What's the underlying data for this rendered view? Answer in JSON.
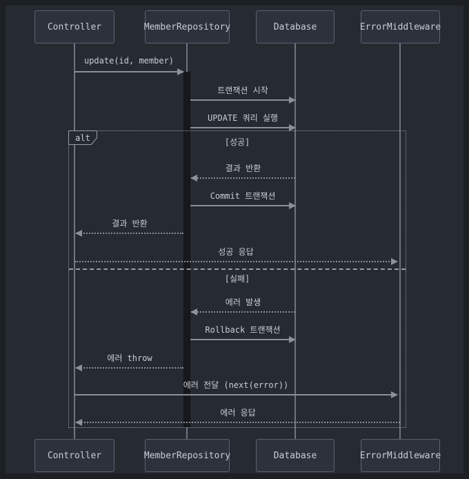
{
  "diagram": {
    "kind": "sequence-diagram",
    "actors": [
      "Controller",
      "MemberRepository",
      "Database",
      "ErrorMiddleware"
    ],
    "messages": [
      {
        "from": "Controller",
        "to": "MemberRepository",
        "label": "update(id, member)",
        "line": "solid",
        "direction": "right"
      },
      {
        "from": "MemberRepository",
        "to": "Database",
        "label": "트랜잭션 시작",
        "line": "solid",
        "direction": "right"
      },
      {
        "from": "MemberRepository",
        "to": "Database",
        "label": "UPDATE 쿼리 실행",
        "line": "solid",
        "direction": "right"
      },
      {
        "from": "Database",
        "to": "MemberRepository",
        "label": "결과 반환",
        "line": "dashed",
        "direction": "left"
      },
      {
        "from": "MemberRepository",
        "to": "Database",
        "label": "Commit 트랜잭션",
        "line": "solid",
        "direction": "right"
      },
      {
        "from": "MemberRepository",
        "to": "Controller",
        "label": "결과 반환",
        "line": "dashed",
        "direction": "left"
      },
      {
        "from": "Controller",
        "to": "ErrorMiddleware",
        "label": "성공 응답",
        "line": "dashed",
        "direction": "right"
      },
      {
        "from": "Database",
        "to": "MemberRepository",
        "label": "에러 발생",
        "line": "dashed",
        "direction": "left"
      },
      {
        "from": "MemberRepository",
        "to": "Database",
        "label": "Rollback 트랜잭션",
        "line": "solid",
        "direction": "right"
      },
      {
        "from": "MemberRepository",
        "to": "Controller",
        "label": "에러 throw",
        "line": "dashed",
        "direction": "left"
      },
      {
        "from": "Controller",
        "to": "ErrorMiddleware",
        "label": "에러 전달 (next(error))",
        "line": "solid",
        "direction": "right"
      },
      {
        "from": "ErrorMiddleware",
        "to": "Controller",
        "label": "에러 응답",
        "line": "dashed",
        "direction": "left"
      }
    ],
    "alt_frame": {
      "label": "alt",
      "sections": [
        {
          "condition": "[성공]"
        },
        {
          "condition": "[실패]"
        }
      ]
    },
    "colors": {
      "page_bg": "#1c1f24",
      "canvas_bg": "#262a31",
      "actor_fill": "#2c313c",
      "actor_border": "#5c6370",
      "text": "#c9cdd4",
      "line": "#8b929b",
      "frame_border": "#9aa0a9",
      "activation_fill": "#16181c"
    }
  }
}
